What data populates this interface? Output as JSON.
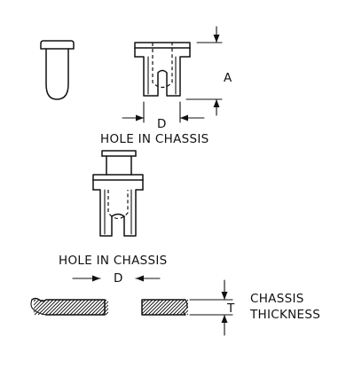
{
  "labels": {
    "dim_a": "A",
    "dim_d_top": "D",
    "hole_top": "HOLE IN CHASSIS",
    "hole_bottom": "HOLE IN CHASSIS",
    "dim_d_bottom": "D",
    "dim_t": "T",
    "chassis_line1": "CHASSIS",
    "chassis_line2": "THICKNESS"
  }
}
